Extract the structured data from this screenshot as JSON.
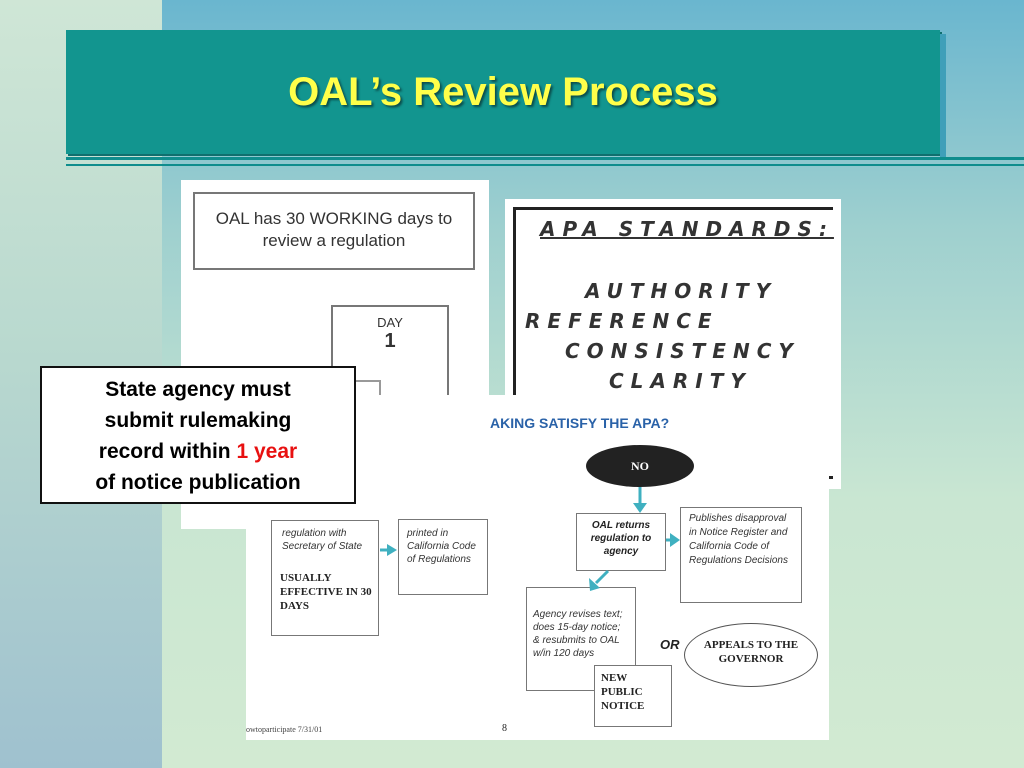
{
  "title": "OAL’s Review Process",
  "left_image": {
    "box_text": "OAL has 30 WORKING days to review a regulation",
    "day_label": "DAY",
    "day_number": "1",
    "partial_label": "regulation with Secretary of State",
    "usually_effective": "USUALLY EFFECTIVE IN 30 DAYS",
    "printed_text": "printed in California Code of Regulations"
  },
  "apa_image": {
    "heading": "APA STANDARDS:",
    "standards": [
      "AUTHORITY",
      "REFERENCE",
      "CONSISTENCY",
      "CLARITY"
    ]
  },
  "flow_image": {
    "question": "AKING SATISFY THE APA?",
    "no_label": "NO",
    "oal_returns": "OAL returns regulation to agency",
    "publishes": "Publishes disapproval in Notice Register and California Code of Regulations Decisions",
    "agency_revises": "Agency revises text; does 15-day notice; & resubmits to OAL w/in 120 days",
    "or_label": "OR",
    "appeals": "APPEALS TO THE GOVERNOR",
    "new_notice": "NEW PUBLIC NOTICE",
    "footer_left": "owtoparticipate 7/31/01",
    "page_number": "8"
  },
  "callout": {
    "line1": "State agency must",
    "line2": "submit rulemaking",
    "line3_prefix": "record within",
    "line3_highlight": "1 year",
    "line4": "of notice publication"
  },
  "colors": {
    "title_bar": "#12958f",
    "title_text": "#ffff4a",
    "highlight": "#e81010",
    "arrow": "#3fb0c0"
  }
}
